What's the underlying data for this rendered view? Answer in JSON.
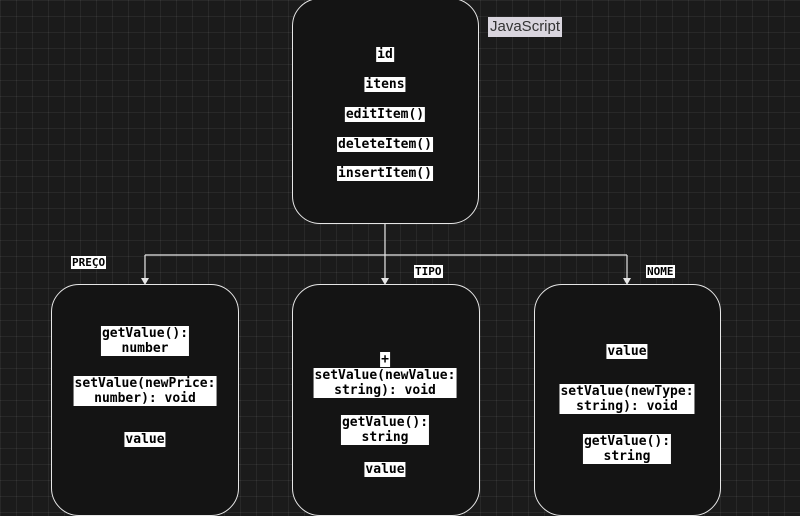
{
  "tag": "JavaScript",
  "root": {
    "lines": [
      "id",
      "itens",
      "editItem()",
      "deleteItem()",
      "insertItem()"
    ]
  },
  "edge_labels": {
    "preco": "PREÇO",
    "tipo": "TIPO",
    "nome": "NOME"
  },
  "preco_box": {
    "get_value": "getValue():\nnumber",
    "set_value": "setValue(newPrice:\nnumber): void",
    "value": "value"
  },
  "tipo_box": {
    "plus": "+",
    "set_value": "setValue(newValue:\nstring): void",
    "get_value": "getValue():\nstring",
    "value": "value"
  },
  "nome_box": {
    "value": "value",
    "set_value": "setValue(newType:\nstring): void",
    "get_value": "getValue():\nstring"
  },
  "colors": {
    "background": "#1b1b1b",
    "node_fill": "#141414",
    "stroke": "#e6e6e6",
    "tag_bg": "#d9d5de"
  }
}
